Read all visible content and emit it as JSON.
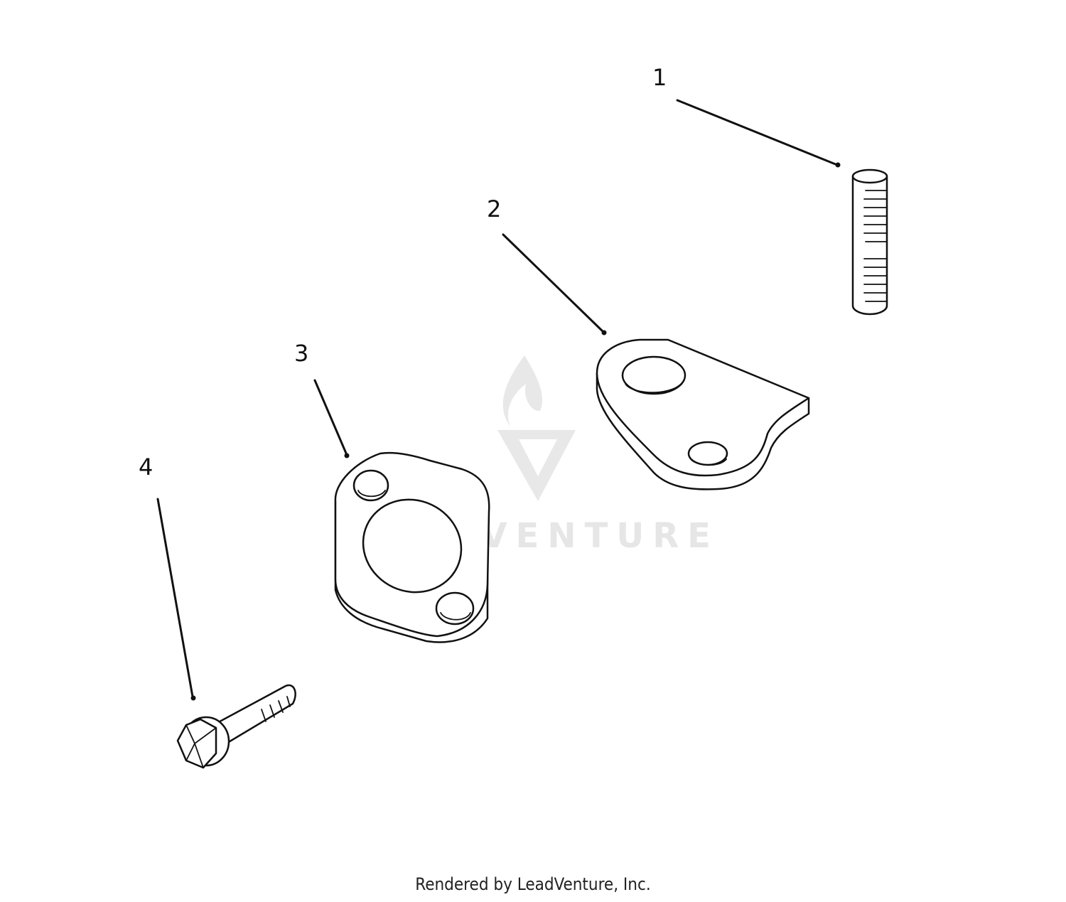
{
  "callouts": [
    {
      "number": "1",
      "part": "stud"
    },
    {
      "number": "2",
      "part": "bracket"
    },
    {
      "number": "3",
      "part": "gasket"
    },
    {
      "number": "4",
      "part": "bolt"
    }
  ],
  "watermark": {
    "text": "LEADVENTURE",
    "logo": "leadventure-flame-v-logo",
    "color": "#e6e6e6"
  },
  "footer": {
    "credit": "Rendered by LeadVenture, Inc."
  },
  "colors": {
    "line": "#111111",
    "background": "#ffffff"
  }
}
